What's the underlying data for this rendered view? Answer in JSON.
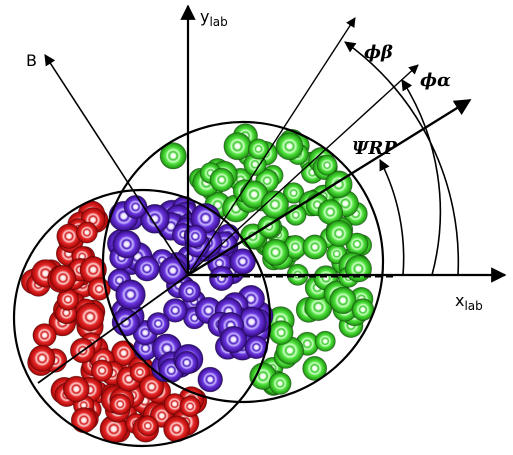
{
  "labels": {
    "y_axis": "y",
    "y_axis_sub": "lab",
    "x_axis": "x",
    "x_axis_sub": "lab",
    "impact_vector": "B",
    "phi_beta": "ϕβ",
    "phi_alpha": "ϕα",
    "psi_rp": "ΨRP"
  },
  "colors": {
    "nucleus_left": "#e42a2a",
    "nucleus_right": "#3ddc30",
    "overlap": "#5b22d0",
    "lines": "#000000"
  }
}
